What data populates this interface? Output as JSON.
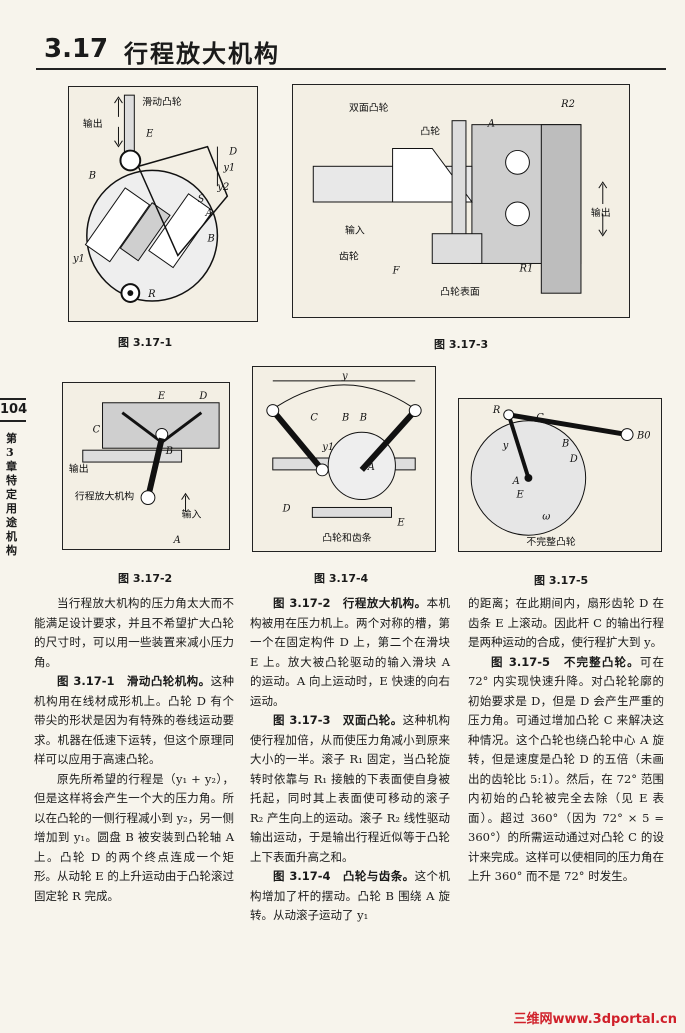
{
  "header": {
    "section_number": "3.17",
    "section_title": "行程放大机构"
  },
  "side_tab": {
    "page_number": "104",
    "vertical_text": "第3章特定用途机构"
  },
  "figures": {
    "f1": {
      "caption": "图 3.17-1",
      "label_title": "滑动凸轮",
      "label_output": "输出",
      "letters": [
        "E",
        "D",
        "y1",
        "y2",
        "S",
        "B",
        "A",
        "B",
        "y1",
        "R"
      ]
    },
    "f3": {
      "caption": "图 3.17-3",
      "label_title": "双面凸轮",
      "label_cam": "凸轮",
      "label_input": "输入",
      "label_gear": "齿轮",
      "label_surface": "凸轮表面",
      "label_output": "输出",
      "letters": [
        "A",
        "R2",
        "F",
        "R1"
      ]
    },
    "f2": {
      "caption": "图 3.17-2",
      "label_title": "行程放大机构",
      "label_output": "输出",
      "label_input": "输入",
      "letters": [
        "E",
        "D",
        "C",
        "B",
        "A"
      ]
    },
    "f4": {
      "caption": "图 3.17-4",
      "label_title": "凸轮和齿条",
      "label_y": "y",
      "label_y1": "y1",
      "letters": [
        "C",
        "B",
        "B",
        "A",
        "D",
        "E"
      ]
    },
    "f5": {
      "caption": "图 3.17-5",
      "label_title": "不完整凸轮",
      "letters": [
        "R",
        "C",
        "B0",
        "y",
        "B",
        "D",
        "A",
        "E",
        "ω"
      ]
    }
  },
  "text": {
    "col1": [
      {
        "type": "p",
        "text": "当行程放大机构的压力角太大而不能满足设计要求，并且不希望扩大凸轮的尺寸时，可以用一些装置来减小压力角。"
      },
      {
        "type": "h",
        "head": "图 3.17-1　滑动凸轮机构。",
        "text": "这种机构用在线材成形机上。凸轮 D 有个带尖的形状是因为有特殊的卷线运动要求。机器在低速下运转，但这个原理同样可以应用于高速凸轮。"
      },
      {
        "type": "p",
        "text": "原先所希望的行程是（y₁ + y₂），但是这样将会产生一个大的压力角。所以在凸轮的一侧行程减小到 y₂，另一侧增加到 y₁。圆盘 B 被安装到凸轮轴 A 上。凸轮 D 的两个终点连成一个矩形。从动轮 E 的上升运动由于凸轮滚过固定轮 R 完成。"
      }
    ],
    "col2": [
      {
        "type": "h",
        "head": "图 3.17-2　行程放大机构。",
        "text": "本机构被用在压力机上。两个对称的槽，第一个在固定构件 D 上，第二个在滑块 E 上。放大被凸轮驱动的输入滑块 A 的运动。A 向上运动时，E 快速的向右运动。"
      },
      {
        "type": "h",
        "head": "图 3.17-3　双面凸轮。",
        "text": "这种机构使行程加倍，从而使压力角减小到原来大小的一半。滚子 R₁ 固定，当凸轮旋转时依靠与 R₁ 接触的下表面使自身被托起，同时其上表面使可移动的滚子 R₂ 产生向上的运动。滚子 R₂ 线性驱动输出运动，于是输出行程近似等于凸轮上下表面升高之和。"
      },
      {
        "type": "h",
        "head": "图 3.17-4　凸轮与齿条。",
        "text": "这个机构增加了杆的摆动。凸轮 B 围绕 A 旋转。从动滚子运动了 y₁"
      }
    ],
    "col3": [
      {
        "type": "pn",
        "text": "的距离；在此期间内，扇形齿轮 D 在齿条 E 上滚动。因此杆 C 的输出行程是两种运动的合成，使行程扩大到 y。"
      },
      {
        "type": "h",
        "head": "图 3.17-5　不完整凸轮。",
        "text": "可在 72° 内实现快速升降。对凸轮轮廓的初始要求是 D，但是 D 会产生严重的压力角。可通过增加凸轮 C 来解决这种情况。这个凸轮也绕凸轮中心 A 旋转，但是速度是凸轮 D 的五倍（未画出的齿轮比 5:1）。然后，在 72° 范围内初始的凸轮被完全去除（见 E 表面）。超过 360°（因为 72° × 5 = 360°）的所需运动通过对凸轮 C 的设计来完成。这样可以使相同的压力角在上升 360° 而不是 72° 时发生。"
      }
    ]
  },
  "watermark": "三维网www.3dportal.cn"
}
